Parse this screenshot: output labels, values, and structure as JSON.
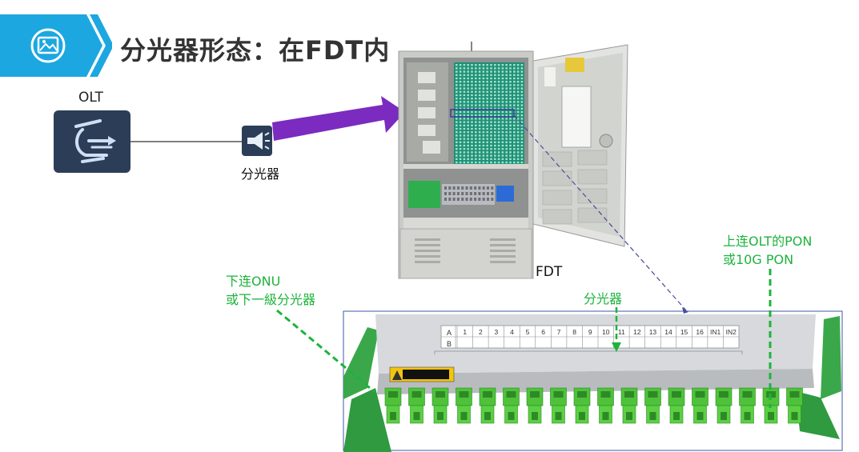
{
  "header": {
    "title": "分光器形态：在FDT内",
    "accent_color": "#1ca7e0",
    "icon": "image-icon"
  },
  "olt": {
    "label": "OLT",
    "icon": "olt-icon",
    "color": "#2c3e57"
  },
  "splitter": {
    "label": "分光器",
    "icon": "splitter-icon"
  },
  "fdt": {
    "label": "FDT"
  },
  "callouts": {
    "downlink": {
      "line1": "下连ONU",
      "line2": "或下一級分光器"
    },
    "uplink": {
      "line1": "上连OLT的PON",
      "line2": "或10G PON"
    },
    "splitter": "分光器"
  },
  "tray": {
    "row_a": "A",
    "row_b": "B",
    "port_labels": [
      "1",
      "2",
      "3",
      "4",
      "5",
      "6",
      "7",
      "8",
      "9",
      "10",
      "11",
      "12",
      "13",
      "14",
      "15",
      "16",
      "IN1",
      "IN2"
    ]
  },
  "colors": {
    "green": "#1db33c",
    "purple": "#7b2bbf",
    "tray_green": "#3aa84a"
  }
}
